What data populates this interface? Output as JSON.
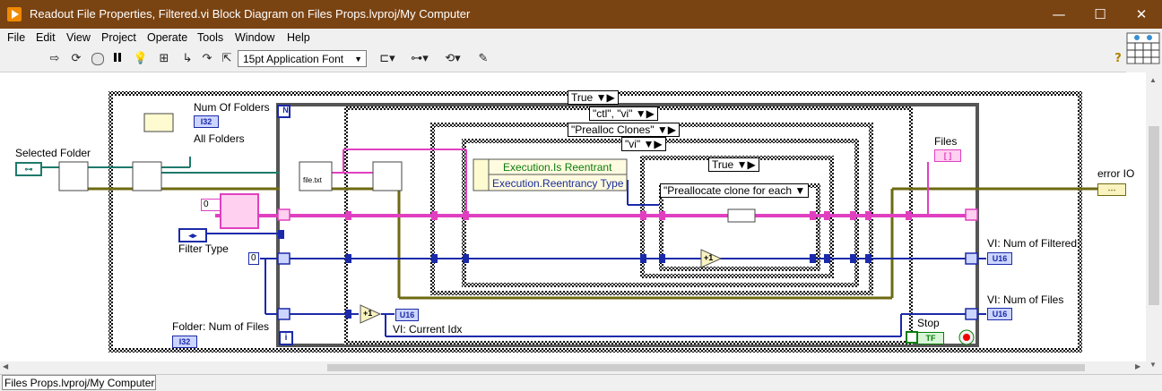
{
  "window": {
    "title": "Readout File Properties, Filtered.vi Block Diagram on Files Props.lvproj/My Computer",
    "minimize": "—",
    "maximize": "☐",
    "close": "✕"
  },
  "menu": [
    "File",
    "Edit",
    "View",
    "Project",
    "Operate",
    "Tools",
    "Window",
    "Help"
  ],
  "toolbar": {
    "font": "15pt Application Font",
    "icons": [
      "run-arrow-icon",
      "run-continuously-icon",
      "abort-icon",
      "pause-icon",
      "highlight-execution-icon",
      "retain-wire-values-icon",
      "step-into-icon",
      "step-over-icon",
      "step-out-icon",
      "align-icon",
      "distribute-icon",
      "reorder-icon",
      "cleanup-icon",
      "context-help-icon"
    ]
  },
  "diagram": {
    "case_true": "True",
    "case_ctl_vi": "\"ctl\", \"vi\"",
    "case_prealloc": "\"Prealloc Clones\"",
    "case_vi": "\"vi\"",
    "case_true_inner": "True",
    "case_prealloc_each": "\"Preallocate clone for each",
    "labels": {
      "num_of_folders": "Num Of Folders",
      "all_folders": "All Folders",
      "selected_folder": "Selected Folder",
      "filter_type": "Filter Type",
      "folder_num_files": "Folder: Num of Files",
      "files": "Files",
      "error_io": "error IO",
      "vi_num_filtered": "VI: Num of Filtered",
      "vi_num_files": "VI: Num of Files",
      "stop": "Stop",
      "vi_current_idx": "VI: Current Idx"
    },
    "property_node": {
      "row1": "Execution.Is Reentrant",
      "row2": "Execution.Reentrancy Type"
    },
    "constants": {
      "file_txt": "file.txt",
      "zero_a": "0",
      "zero_b": "0",
      "plus_one_a": "+1",
      "plus_one_b": "+1",
      "tf": "TF",
      "n": "N",
      "i": "i"
    },
    "terminals": {
      "i32_top": "I32",
      "i32_bottom": "I32",
      "u16_current": "U16",
      "u16_filtered": "U16",
      "u16_files": "U16"
    }
  },
  "status": {
    "project": "Files Props.lvproj/My Computer"
  }
}
